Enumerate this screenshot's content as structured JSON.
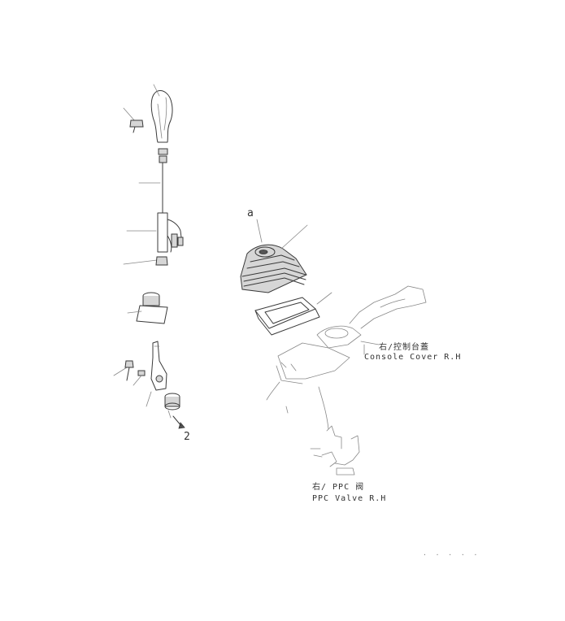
{
  "callouts": {
    "a": "a",
    "two": "2"
  },
  "labels": {
    "console_cover_jp": "右/控制台蓋",
    "console_cover_en": "Console Cover R.H",
    "ppc_valve_jp": "右/ PPC 阀",
    "ppc_valve_en": "PPC Valve R.H"
  },
  "footer": {
    "drawing_ref": "· · · · ·"
  },
  "colors": {
    "line": "#3a3a3a",
    "light_line": "#888888",
    "shade": "#d6d6d6"
  }
}
